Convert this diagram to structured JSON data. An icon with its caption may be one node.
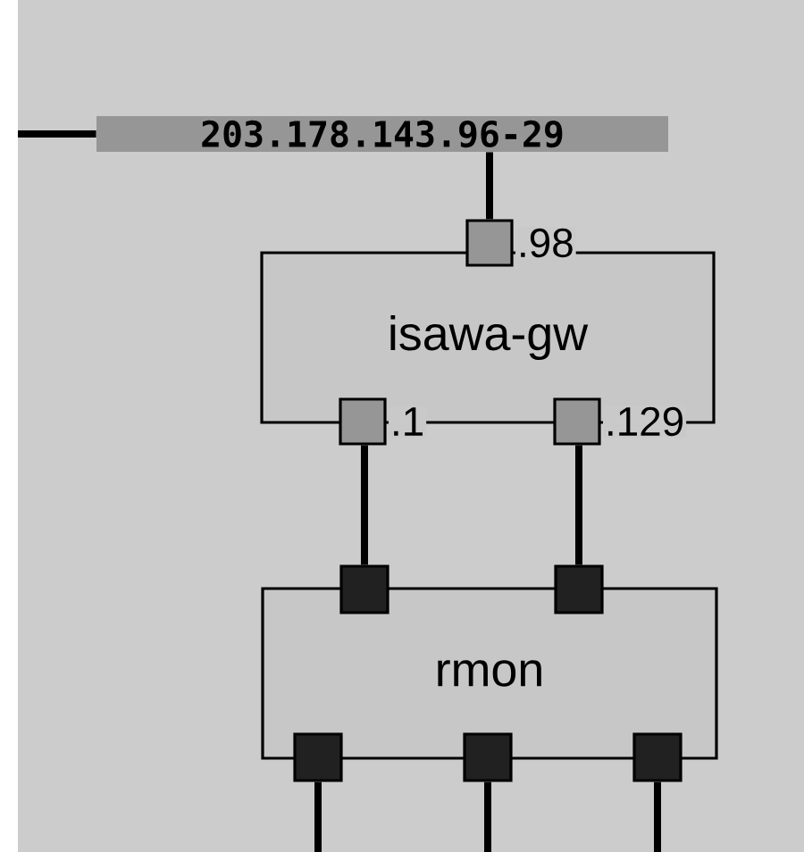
{
  "diagram": {
    "nodes": [
      {
        "text": [
          "203.178.143.96-29"
        ]
      },
      {
        "text": [
          "isawa-gw"
        ]
      },
      {
        "text": [],
        "shape": "box",
        "beside": [
          ".98"
        ]
      },
      {
        "text": [],
        "shape": "box",
        "beside": [
          ".1"
        ]
      },
      {
        "text": [],
        "shape": "box",
        "beside": [
          ".129"
        ]
      },
      {
        "text": [
          "rmon"
        ]
      },
      {
        "text": [],
        "shape": "box"
      },
      {
        "text": [],
        "shape": "box"
      },
      {
        "text": [],
        "shape": "box"
      },
      {
        "text": [],
        "shape": "box"
      },
      {
        "text": [],
        "shape": "box"
      }
    ],
    "edges": [
      {
        "from": null,
        "to": 0,
        "arrow": "none"
      },
      {
        "from": 0,
        "to": 2,
        "arrow": "none"
      },
      {
        "from": 3,
        "to": 6,
        "arrow": "none"
      },
      {
        "from": 4,
        "to": 7,
        "arrow": "none"
      },
      {
        "from": 8,
        "to": null,
        "arrow": "none"
      },
      {
        "from": 9,
        "to": null,
        "arrow": "none"
      },
      {
        "from": 10,
        "to": null,
        "arrow": "none"
      }
    ]
  }
}
